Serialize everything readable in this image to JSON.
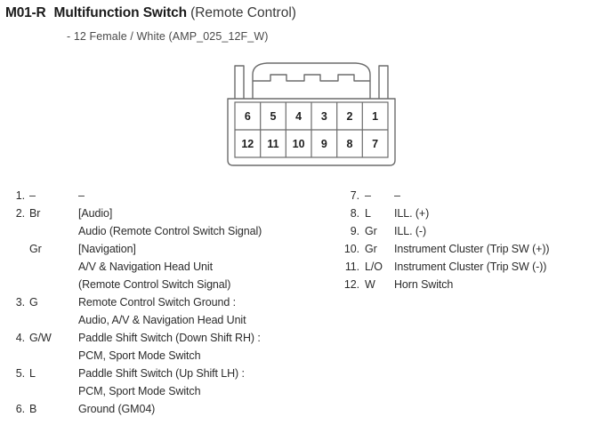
{
  "header": {
    "code": "M01-R",
    "name": "Multifunction Switch",
    "paren": "(Remote Control)",
    "subtitle": "- 12 Female / White (AMP_025_12F_W)"
  },
  "connector": {
    "type": "12-pin female connector",
    "rows": [
      [
        "6",
        "5",
        "4",
        "3",
        "2",
        "1"
      ],
      [
        "12",
        "11",
        "10",
        "9",
        "8",
        "7"
      ]
    ],
    "line_color": "#6b6b6b"
  },
  "pins_left": [
    {
      "no": "1.",
      "color": "–",
      "desc": "–"
    },
    {
      "no": "2.",
      "color": "Br",
      "desc": "[Audio]"
    },
    {
      "no": "",
      "color": "",
      "desc": "Audio (Remote Control Switch Signal)"
    },
    {
      "no": "",
      "color": "Gr",
      "desc": "[Navigation]"
    },
    {
      "no": "",
      "color": "",
      "desc": "A/V & Navigation Head Unit"
    },
    {
      "no": "",
      "color": "",
      "desc": "(Remote Control Switch Signal)"
    },
    {
      "no": "3.",
      "color": "G",
      "desc": "Remote Control Switch Ground :"
    },
    {
      "no": "",
      "color": "",
      "desc": "Audio, A/V & Navigation Head Unit"
    },
    {
      "no": "4.",
      "color": "G/W",
      "desc": "Paddle Shift Switch (Down Shift RH) :"
    },
    {
      "no": "",
      "color": "",
      "desc": "PCM, Sport Mode Switch"
    },
    {
      "no": "5.",
      "color": "L",
      "desc": "Paddle Shift Switch (Up Shift LH) :"
    },
    {
      "no": "",
      "color": "",
      "desc": "PCM, Sport Mode Switch"
    },
    {
      "no": "6.",
      "color": "B",
      "desc": "Ground (GM04)"
    }
  ],
  "pins_right": [
    {
      "no": "7.",
      "color": "–",
      "desc": "–"
    },
    {
      "no": "8.",
      "color": "L",
      "desc": "ILL. (+)"
    },
    {
      "no": "9.",
      "color": "Gr",
      "desc": "ILL. (-)"
    },
    {
      "no": "10.",
      "color": "Gr",
      "desc": "Instrument Cluster (Trip SW (+))"
    },
    {
      "no": "11.",
      "color": "L/O",
      "desc": "Instrument Cluster (Trip SW (-))"
    },
    {
      "no": "12.",
      "color": "W",
      "desc": "Horn Switch"
    }
  ]
}
